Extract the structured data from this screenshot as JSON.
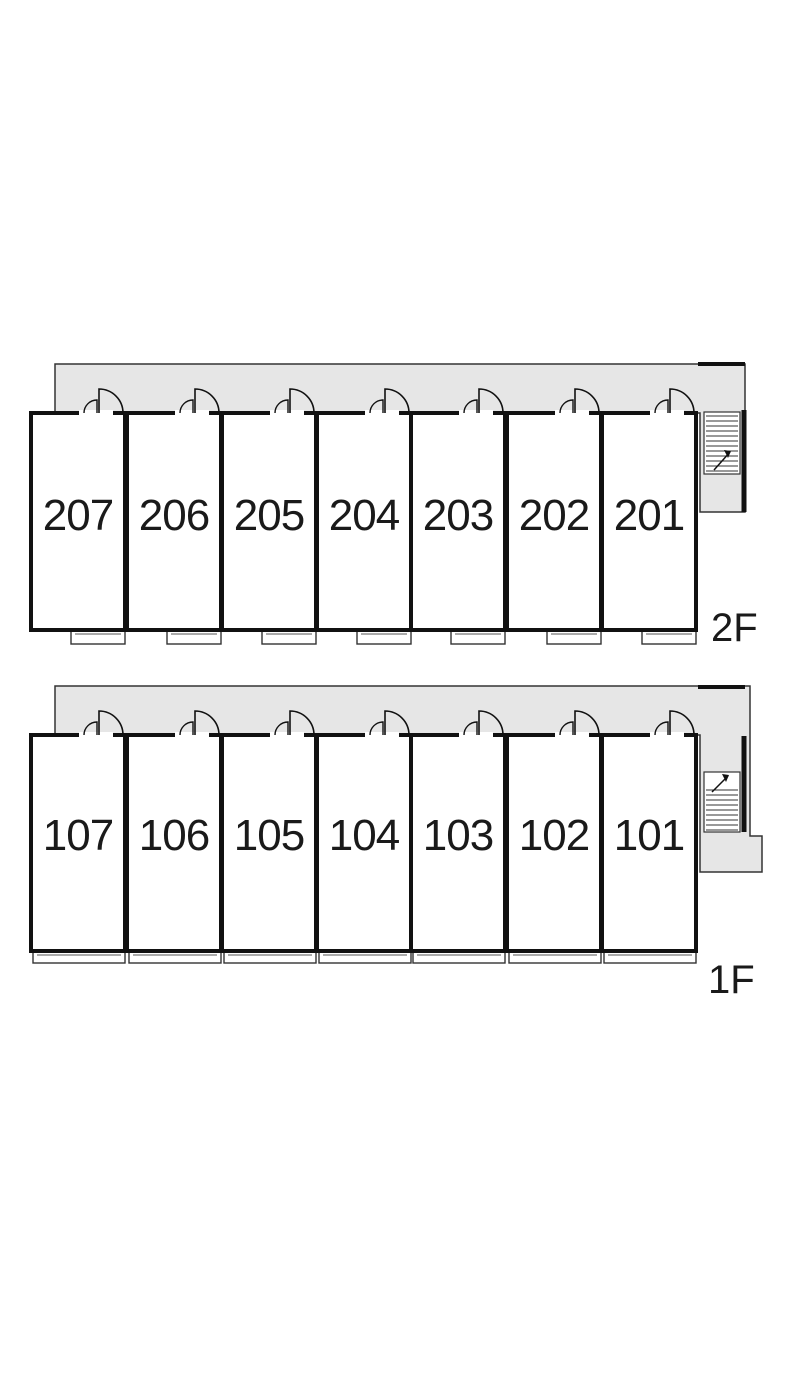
{
  "floors": [
    {
      "label": "2F",
      "units": [
        "207",
        "206",
        "205",
        "204",
        "203",
        "202",
        "201"
      ]
    },
    {
      "label": "1F",
      "units": [
        "107",
        "106",
        "105",
        "104",
        "103",
        "102",
        "101"
      ]
    }
  ],
  "colors": {
    "walkway": "#e6e6e6",
    "wall": "#111111",
    "background": "#ffffff"
  }
}
